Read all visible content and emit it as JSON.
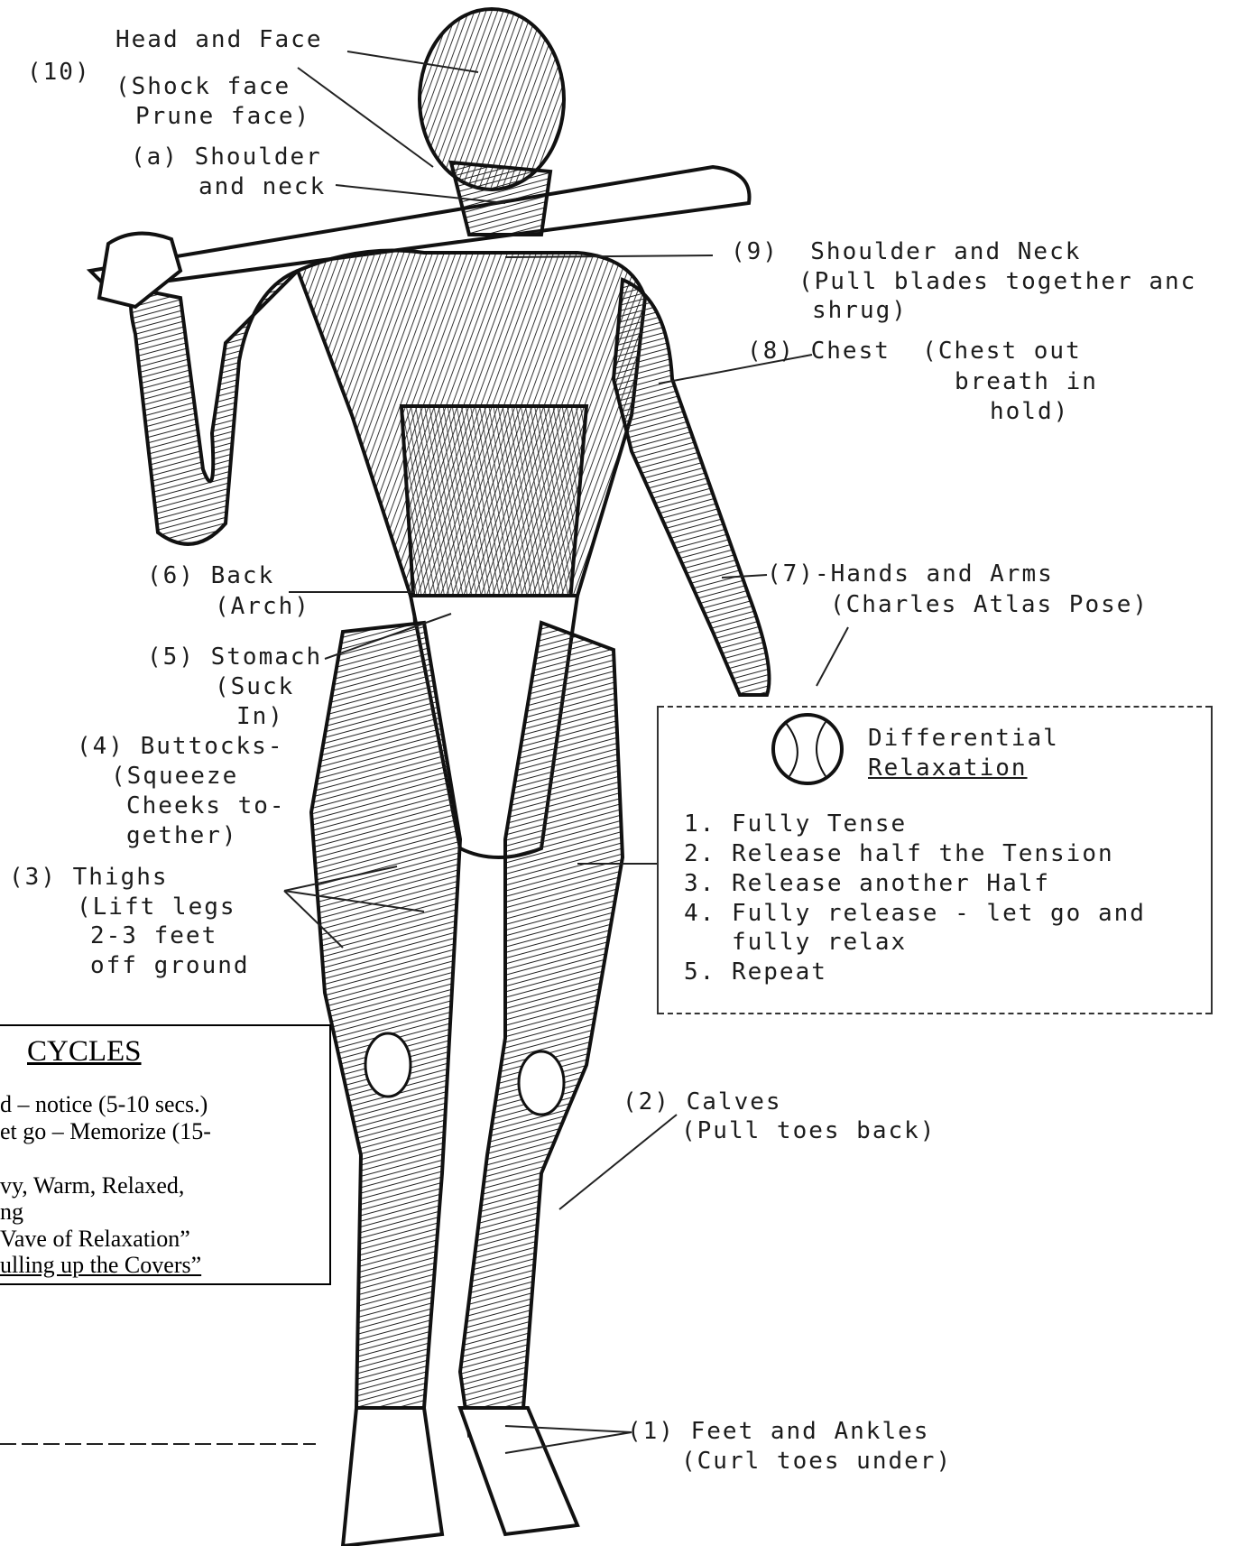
{
  "labels": {
    "head_face": {
      "num": "(10)",
      "title": "Head and Face",
      "note1": "(Shock face",
      "note2": "Prune face)"
    },
    "shoulder_neck_a": {
      "line1": "(a) Shoulder",
      "line2": "and neck"
    },
    "shoulder_neck_9": {
      "line1": "(9)  Shoulder and Neck",
      "line2": "(Pull blades together anc",
      "line3": "shrug)"
    },
    "chest_8": {
      "line1": "(8) Chest  (Chest out",
      "line2": "breath in",
      "line3": "hold)"
    },
    "hands_arms_7": {
      "line1": "(7)-Hands and Arms",
      "line2": "(Charles Atlas Pose)"
    },
    "back_6": {
      "line1": "(6) Back",
      "line2": "(Arch)"
    },
    "stomach_5": {
      "line1": "(5) Stomach",
      "line2": "(Suck",
      "line3": "In)"
    },
    "buttocks_4": {
      "line1": "(4) Buttocks-",
      "line2": "(Squeeze",
      "line3": "Cheeks to-",
      "line4": "gether)"
    },
    "thighs_3": {
      "line1": "(3) Thighs",
      "line2": "(Lift legs",
      "line3": "2-3 feet",
      "line4": "off ground"
    },
    "calves_2": {
      "line1": "(2) Calves",
      "line2": "(Pull toes back)"
    },
    "feet_1": {
      "line1": "(1) Feet and Ankles",
      "line2": "(Curl toes under)"
    }
  },
  "differential": {
    "title1": "Differential",
    "title2": "Relaxation",
    "steps": [
      "1. Fully Tense",
      "2. Release half the Tension",
      "3. Release another Half",
      "4. Fully release - let go and",
      "   fully relax",
      "5. Repeat"
    ]
  },
  "cycles": {
    "title": "CYCLES",
    "lines": [
      "d – notice (5-10 secs.)",
      "et go – Memorize (15-",
      "vy, Warm, Relaxed,",
      "ng",
      "Vave of Relaxation”",
      "ulling up the Covers”"
    ]
  },
  "colors": {
    "ink": "#1c1c1c",
    "paper": "#ffffff"
  }
}
